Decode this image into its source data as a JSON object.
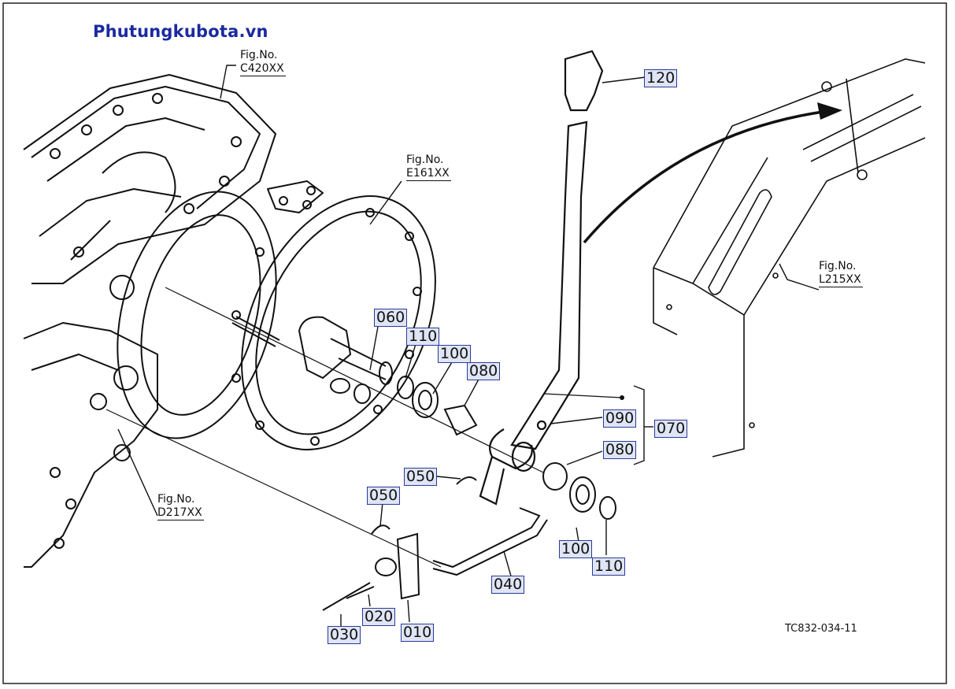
{
  "site_label": "Phutungkubota.vn",
  "figure_refs": [
    {
      "label": "Fig.No.",
      "code": "C420XX"
    },
    {
      "label": "Fig.No.",
      "code": "E161XX"
    },
    {
      "label": "Fig.No.",
      "code": "L215XX"
    },
    {
      "label": "Fig.No.",
      "code": "D217XX"
    }
  ],
  "part_numbers": {
    "p120": "120",
    "p060": "060",
    "p110a": "110",
    "p100a": "100",
    "p080a": "080",
    "p090": "090",
    "p070": "070",
    "p080b": "080",
    "p050a": "050",
    "p050b": "050",
    "p100b": "100",
    "p110b": "110",
    "p040": "040",
    "p020": "020",
    "p030": "030",
    "p010": "010"
  },
  "drawing_code": "TC832-034-11"
}
